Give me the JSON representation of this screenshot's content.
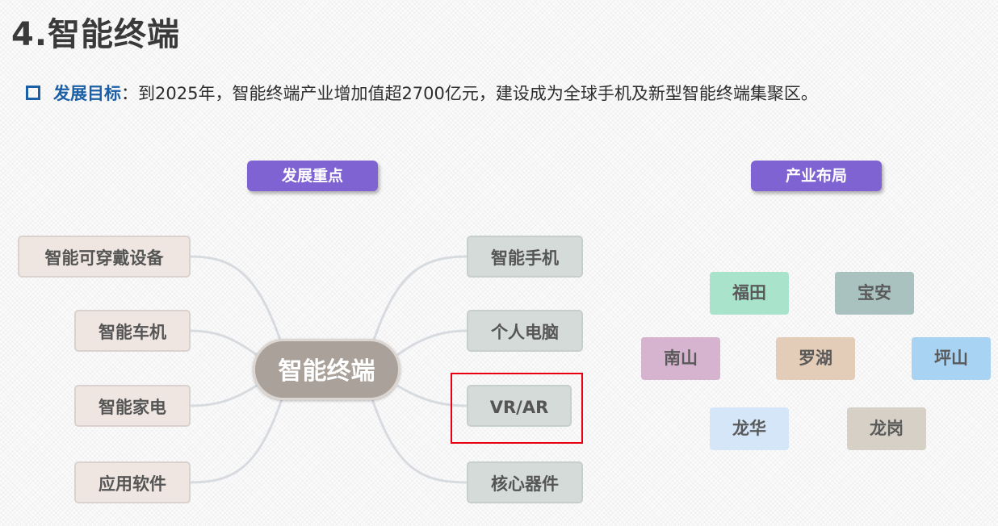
{
  "title": "4.智能终端",
  "goal": {
    "label": "发展目标",
    "text": "：到2025年，智能终端产业增加值超2700亿元，建设成为全球手机及新型智能终端集聚区。"
  },
  "focus": {
    "header": "发展重点",
    "center": "智能终端",
    "left": [
      "智能可穿戴设备",
      "智能车机",
      "智能家电",
      "应用软件"
    ],
    "right": [
      "智能手机",
      "个人电脑",
      "VR/AR",
      "核心器件"
    ],
    "highlighted": "VR/AR"
  },
  "layout_section": {
    "header": "产业布局",
    "districts": [
      {
        "name": "福田",
        "color": "#a9e3cc"
      },
      {
        "name": "宝安",
        "color": "#a9c2bf"
      },
      {
        "name": "南山",
        "color": "#d6b4cf"
      },
      {
        "name": "罗湖",
        "color": "#e3cdb8"
      },
      {
        "name": "坪山",
        "color": "#a8d3f3"
      },
      {
        "name": "龙华",
        "color": "#d4e6f7"
      },
      {
        "name": "龙岗",
        "color": "#d6d0c6"
      }
    ]
  },
  "colors": {
    "title": "#3a3a3a",
    "accent_blue": "#1b5fa6",
    "pill": "#7f63d3",
    "center_node": "#aaa19a",
    "highlight_border": "#e60012"
  }
}
